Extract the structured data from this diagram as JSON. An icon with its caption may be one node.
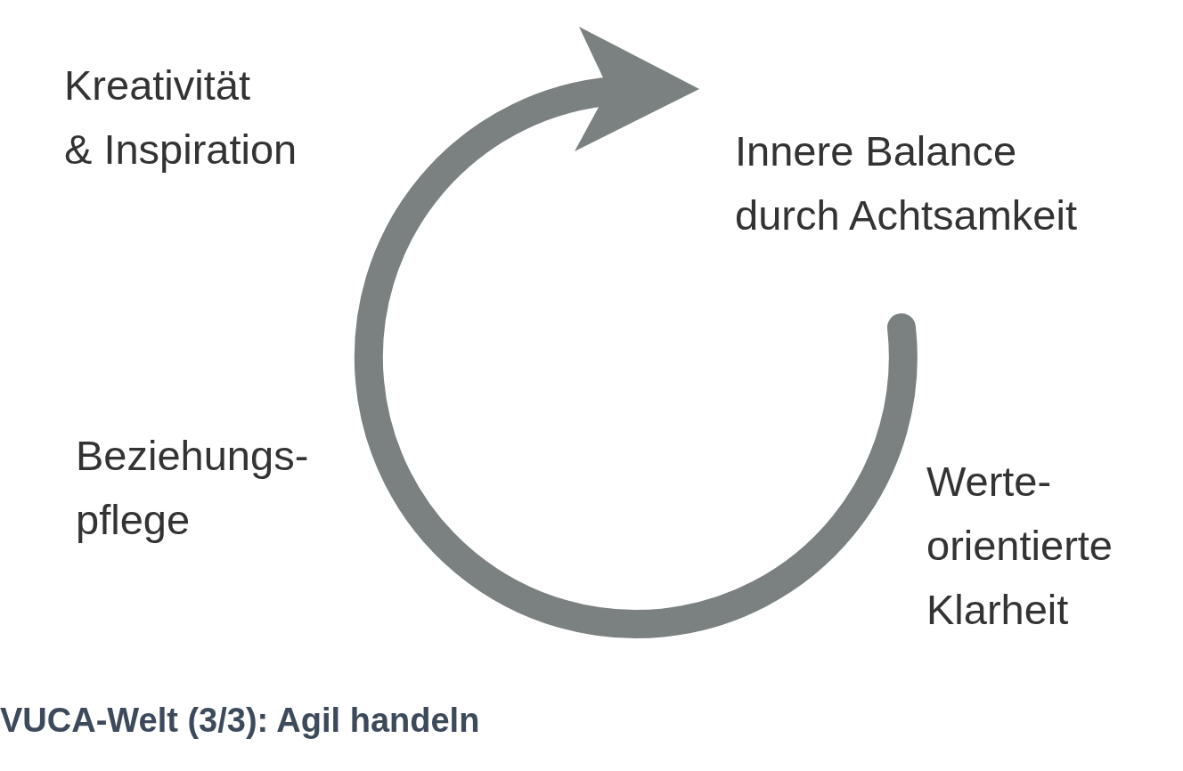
{
  "diagram": {
    "caption": "VUCA-Welt (3/3): Agil handeln",
    "labels": [
      "Kreativität & Inspiration",
      "Innere Balance durch Achtsamkeit",
      "Beziehungs- pflege",
      "Werte- orientierte Klarheit"
    ]
  }
}
